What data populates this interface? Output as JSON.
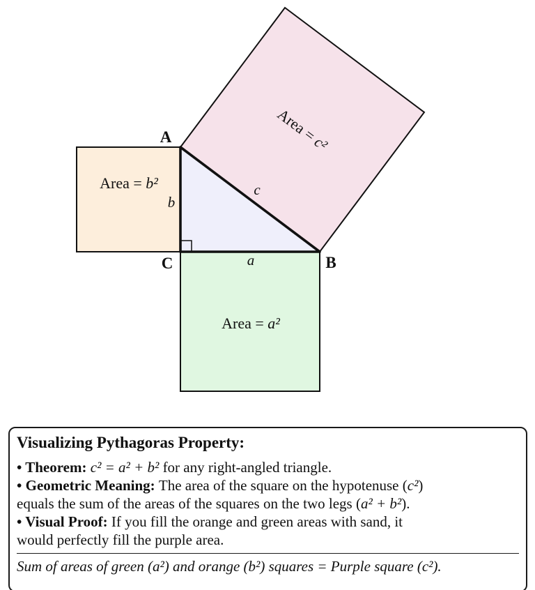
{
  "diagram": {
    "labels": {
      "vertex_a": "A",
      "vertex_b": "B",
      "vertex_c": "C",
      "side_a": "a",
      "side_b": "b",
      "side_c": "c"
    },
    "areas": {
      "orange": {
        "prefix": "Area = ",
        "value": "b²"
      },
      "green": {
        "prefix": "Area = ",
        "value": "a²"
      },
      "purple": {
        "prefix": "Area = ",
        "value": "c²"
      }
    },
    "colors": {
      "orange_fill": "#FDEEDC",
      "green_fill": "#E0F7E1",
      "purple_fill": "#F6E2EA",
      "triangle_fill": "#EFEFFB",
      "stroke": "#111111"
    }
  },
  "infobox": {
    "title": "Visualizing Pythagoras Property:",
    "line1": {
      "bullet": "• ",
      "label": "Theorem: ",
      "math": "c² = a² + b²",
      "rest": " for any right-angled triangle."
    },
    "line2": {
      "bullet": "• ",
      "label": "Geometric Meaning: ",
      "text": "The area of the square on the hypotenuse (",
      "math": "c²",
      "close": ")"
    },
    "line3": {
      "text": "equals the sum of the areas of the squares on the two legs (",
      "math": "a² + b²",
      "close": ")."
    },
    "line4": {
      "bullet": "• ",
      "label": "Visual Proof: ",
      "text": "If you fill the orange and green areas with sand, it"
    },
    "line5": {
      "text": "would perfectly fill the purple area."
    },
    "footer": "Sum of areas of green (a²) and orange (b²) squares = Purple square (c²)."
  }
}
